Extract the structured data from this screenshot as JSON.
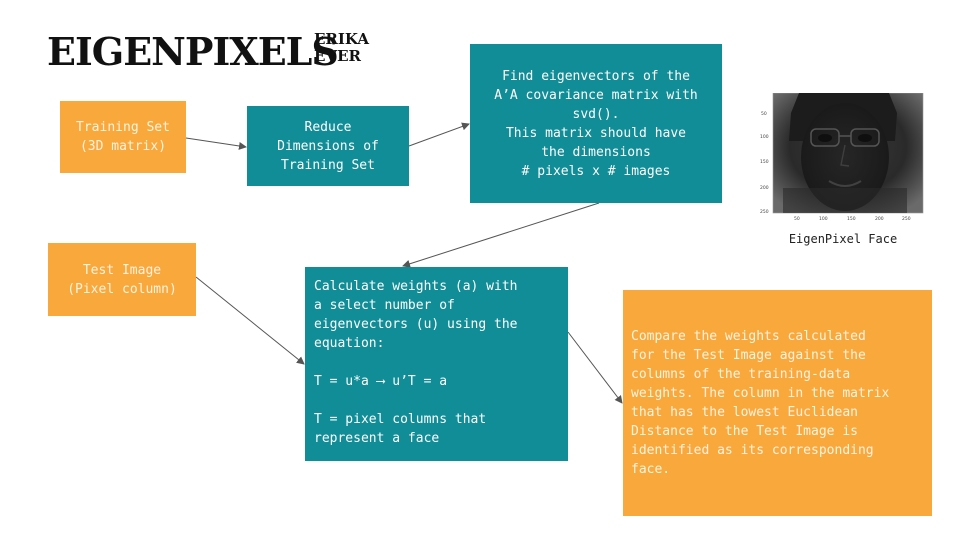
{
  "title": "EIGENPIXELS",
  "author": {
    "first": "ERIKA",
    "last": "EVER"
  },
  "nodes": {
    "training_set": "Training Set\n(3D matrix)",
    "reduce": "Reduce\nDimensions of\nTraining Set",
    "eigenvectors": "Find eigenvectors of the\nA’A covariance matrix with\nsvd().\nThis matrix should have\nthe dimensions\n# pixels x # images",
    "test_image": "Test Image\n(Pixel column)",
    "weights": "Calculate weights (a) with\na select number of\neigenvectors (u) using the\nequation:\n\nT = u*a ⟶ u’T = a\n\nT = pixel columns that\nrepresent a face",
    "compare": "Compare the weights calculated\nfor the Test Image against the\ncolumns of the training-data\nweights. The column in the matrix\nthat has the lowest Euclidean\nDistance to the Test Image is\nidentified as its corresponding\nface."
  },
  "face_image": {
    "caption": "EigenPixel Face",
    "y_ticks": [
      "50",
      "100",
      "150",
      "200",
      "250"
    ],
    "x_ticks": [
      "50",
      "100",
      "150",
      "200",
      "250"
    ]
  },
  "colors": {
    "orange": "#f9a83b",
    "teal": "#118d97",
    "arrow": "#555555"
  }
}
